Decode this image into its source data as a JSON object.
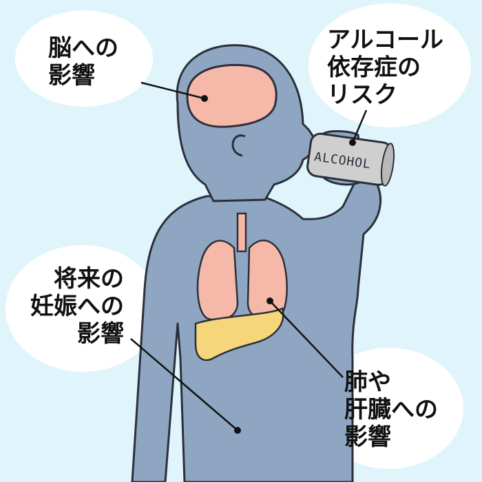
{
  "labels": {
    "brain": [
      "脳への",
      "影響"
    ],
    "alcohol": [
      "アルコール",
      "依存症の",
      "リスク"
    ],
    "pregnancy": [
      "将来の",
      "妊娠への",
      "影響"
    ],
    "lungs_liver": [
      "肺や",
      "肝臓への",
      "影響"
    ]
  },
  "can_text": "ALCOHOL",
  "colors": {
    "background": "#dff4fb",
    "body": "#8fa6c2",
    "outline": "#2b2f3a",
    "brain": "#f6b8a8",
    "lungs": "#f6b8a8",
    "liver": "#f5d67a",
    "can": "#cfcfcf",
    "bubble": "#ffffff"
  }
}
